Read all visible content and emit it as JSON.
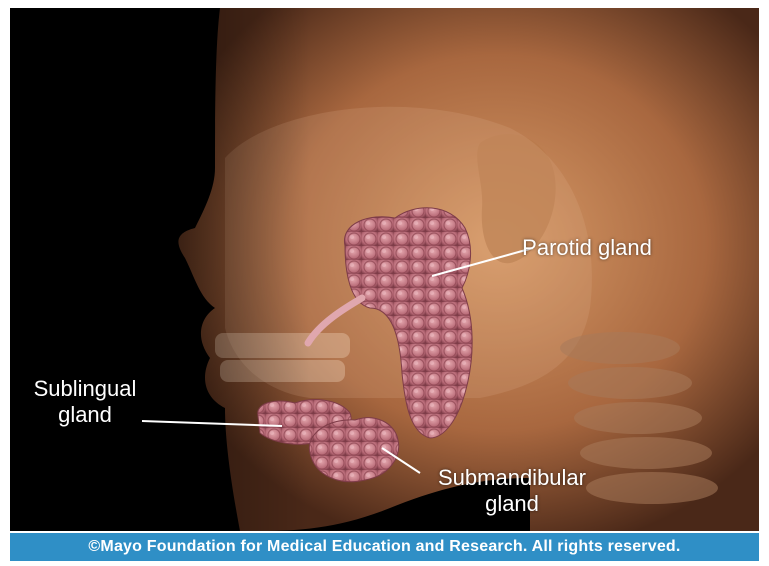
{
  "labels": {
    "parotid": "Parotid gland",
    "sublingual": "Sublingual gland",
    "submandibular": "Submandibular gland"
  },
  "copyright": "©Mayo Foundation for Medical Education and Research.  All rights reserved.",
  "colors": {
    "background": "#000000",
    "skin": "#c98b5a",
    "gland": "#c97a86",
    "label": "#ffffff",
    "footer": "#2f8fc6"
  }
}
